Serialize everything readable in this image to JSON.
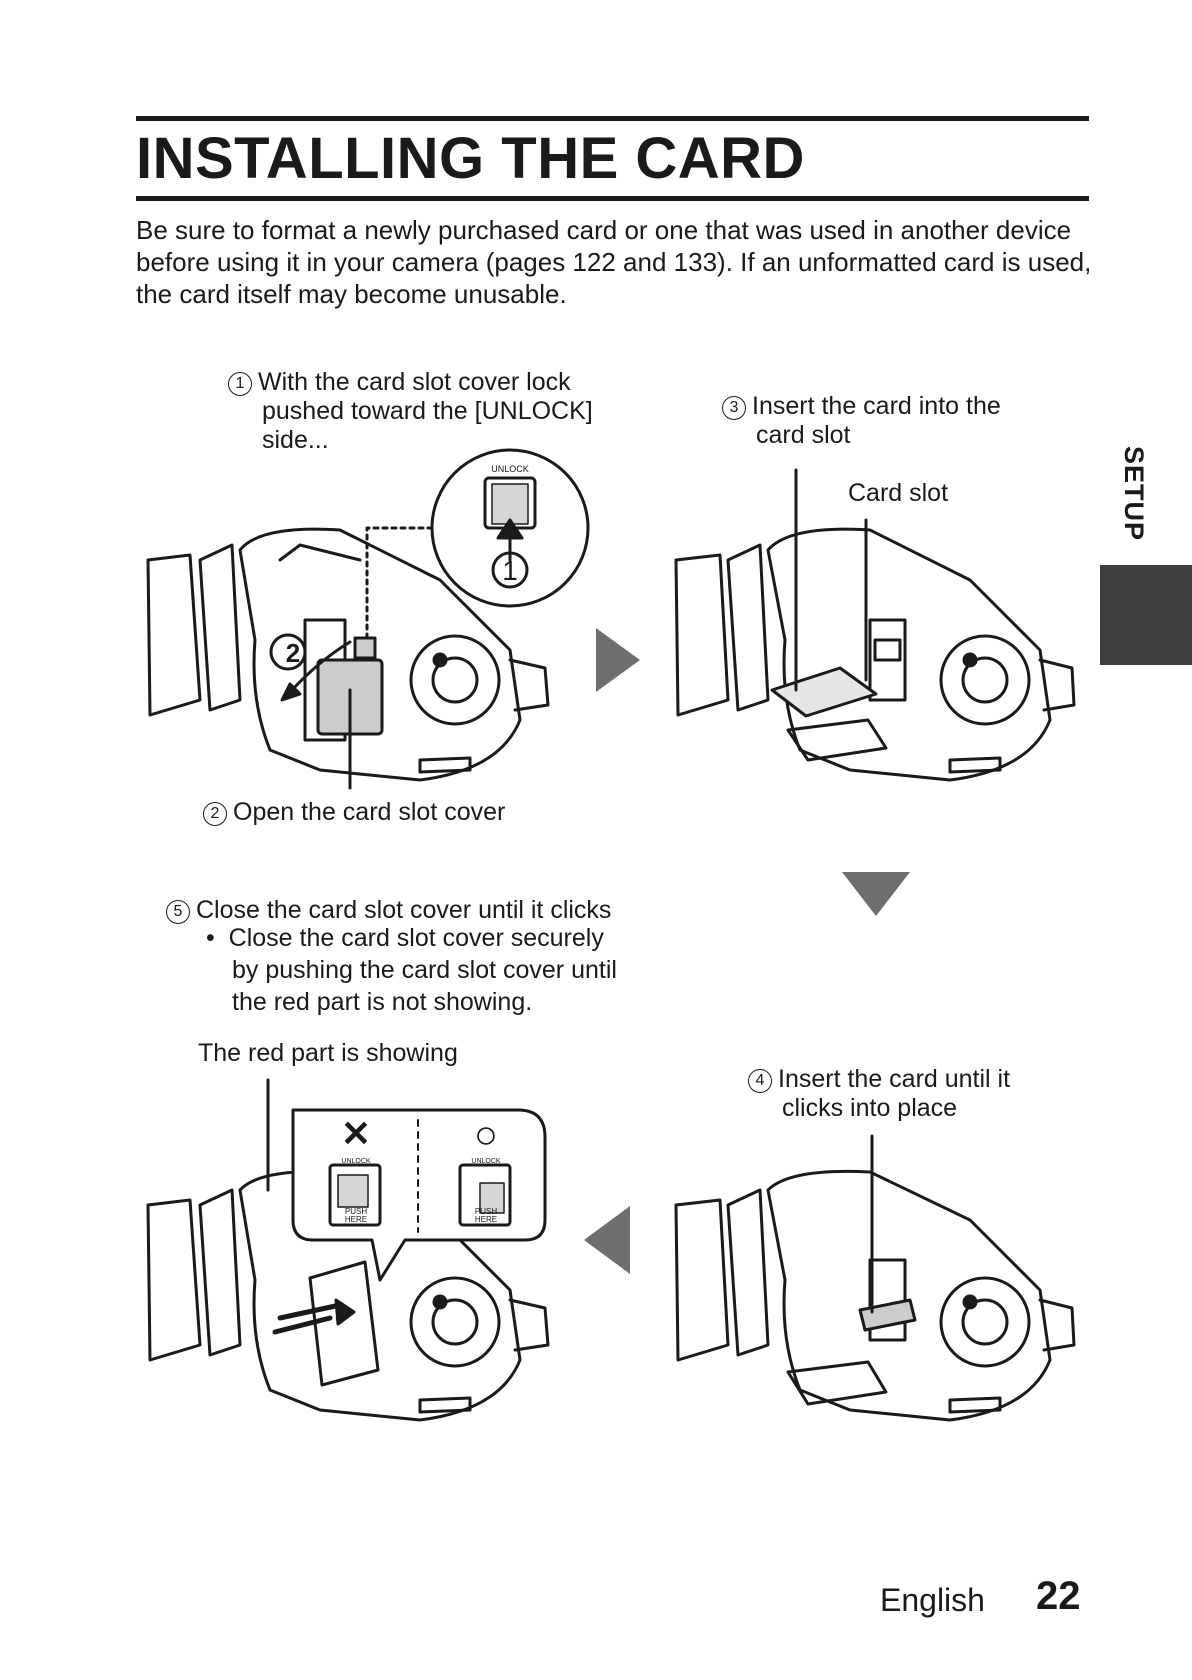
{
  "title": "INSTALLING THE CARD",
  "intro": "Be sure to format a newly purchased card or one that was used in another device before using it in your camera (pages 122 and 133). If an unformatted card is used, the card itself may become unusable.",
  "side_tab": "SETUP",
  "steps": {
    "s1": {
      "num": "1",
      "line1": "With the card slot cover lock",
      "line2": "pushed toward the [UNLOCK]",
      "line3": "side..."
    },
    "s2": {
      "num": "2",
      "text": "Open the card slot cover"
    },
    "s3": {
      "num": "3",
      "line1": "Insert the card into the",
      "line2": "card slot"
    },
    "s4": {
      "num": "4",
      "line1": "Insert the card until it",
      "line2": "clicks into place"
    },
    "s5": {
      "num": "5",
      "text": "Close the card slot cover until it clicks",
      "bullet_line1": "Close the card slot cover securely",
      "bullet_line2": "by pushing the card slot cover until",
      "bullet_line3": "the red part is not showing."
    }
  },
  "labels": {
    "card_slot": "Card slot",
    "red_part": "The red part is showing",
    "unlock": "UNLOCK",
    "push_here_1": "PUSH",
    "push_here_2": "HERE",
    "callout_1": "1",
    "callout_2": "2",
    "wrong_mark": "✕",
    "right_mark": "○"
  },
  "footer": {
    "language": "English",
    "page": "22"
  },
  "colors": {
    "text": "#1a1a1a",
    "arrow": "#6e6e6e",
    "tab": "#3d3d3d"
  }
}
